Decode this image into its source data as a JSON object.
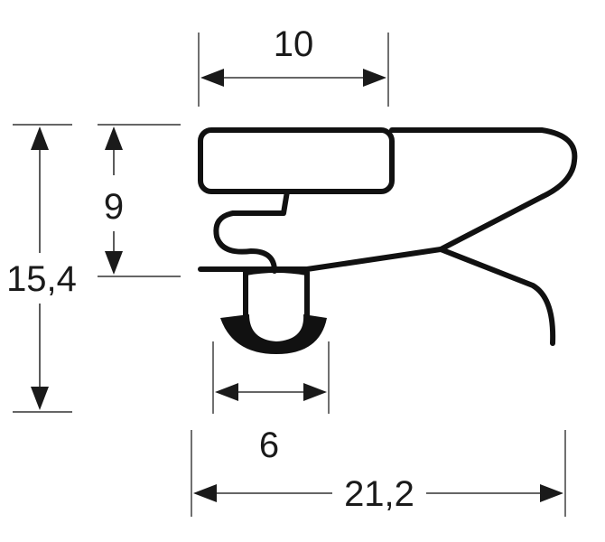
{
  "dimensions": {
    "top_width": "10",
    "left_height": "9",
    "total_height": "15,4",
    "base_width": "6",
    "total_width": "21,2"
  },
  "colors": {
    "line": "#111111",
    "background": "#ffffff"
  }
}
